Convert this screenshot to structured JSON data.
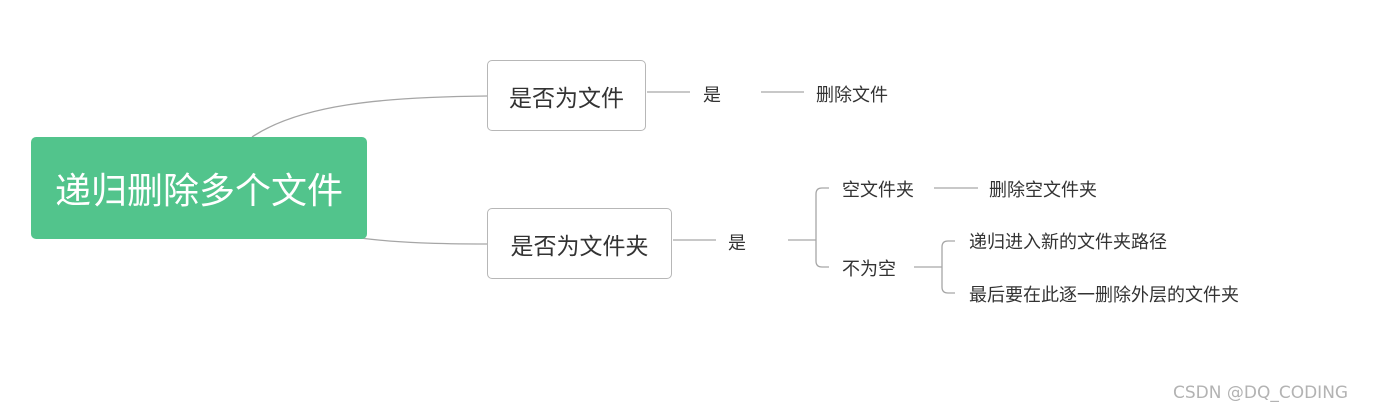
{
  "mindmap": {
    "root": {
      "label": "递归删除多个文件"
    },
    "branch_file": {
      "label": "是否为文件",
      "yes_label": "是",
      "action": "删除文件"
    },
    "branch_folder": {
      "label": "是否为文件夹",
      "yes_label": "是",
      "empty": {
        "label": "空文件夹",
        "action": "删除空文件夹"
      },
      "not_empty": {
        "label": "不为空",
        "steps": [
          "递归进入新的文件夹路径",
          "最后要在此逐一删除外层的文件夹"
        ]
      }
    }
  },
  "watermark": "CSDN @DQ_CODING",
  "colors": {
    "root_fill": "#52c48c",
    "line": "#a6a6a6",
    "box_border": "#b7b7b7",
    "text": "#333333",
    "watermark": "#b3b3b3"
  }
}
